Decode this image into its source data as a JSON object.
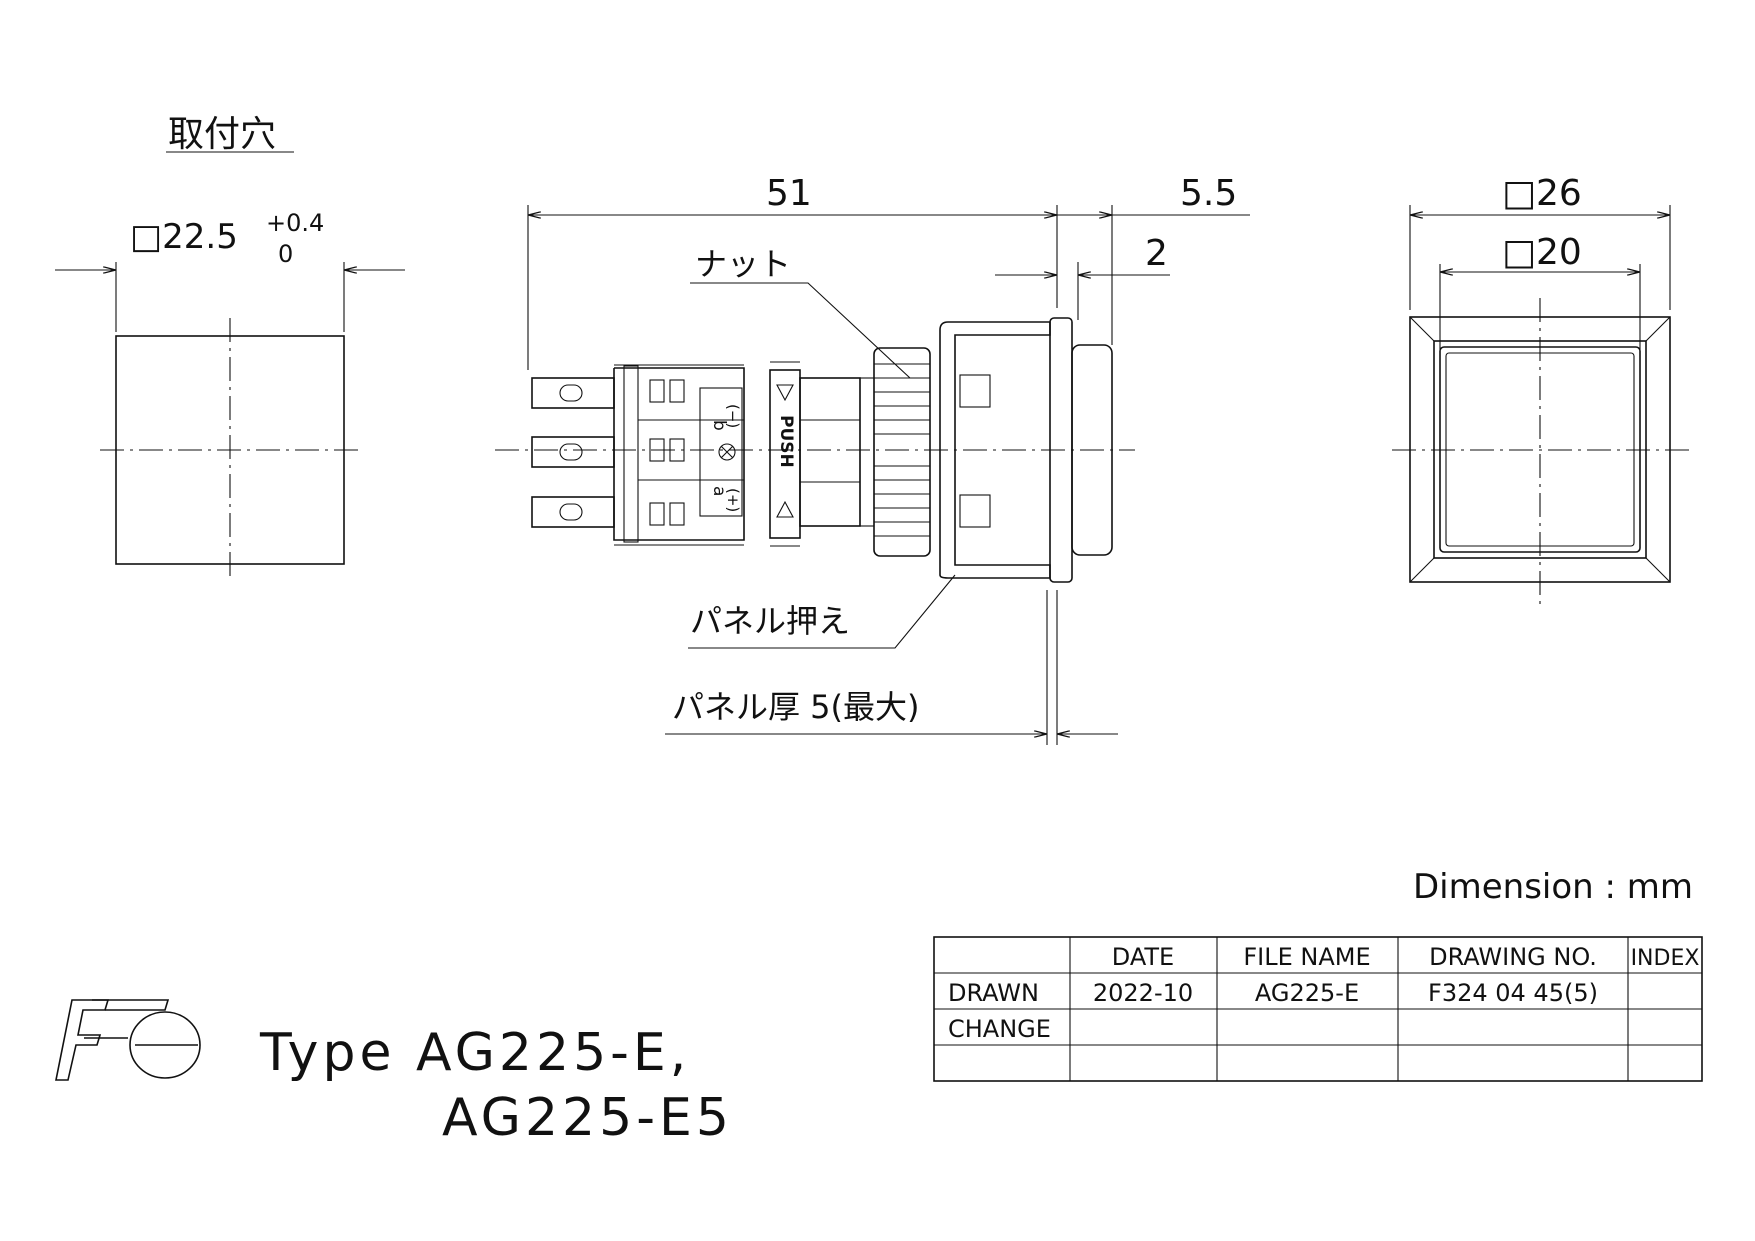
{
  "mounting_hole": {
    "title": "取付穴",
    "size": "□22.5",
    "tol_upper": "+0.4",
    "tol_lower": "0"
  },
  "side_view": {
    "dim_overall": "51",
    "dim_bezel": "5.5",
    "dim_flange": "2",
    "label_nut": "ナット",
    "label_panel_holder": "パネル押え",
    "label_panel_thickness": "パネル厚 5(最大)",
    "body_push": "PUSH",
    "contact_b": "b",
    "contact_a": "a",
    "minus": "(−)",
    "plus": "(+)"
  },
  "front_view": {
    "dim_outer": "□26",
    "dim_inner": "□20"
  },
  "dimension_unit": "Dimension : mm",
  "title_block": {
    "headers": [
      "",
      "DATE",
      "FILE NAME",
      "DRAWING NO.",
      "INDEX"
    ],
    "rows": [
      [
        "DRAWN",
        "2022-10",
        "AG225-E",
        "F324 04 45(5)",
        ""
      ],
      [
        "CHANGE",
        "",
        "",
        "",
        ""
      ],
      [
        "",
        "",
        "",
        "",
        ""
      ]
    ]
  },
  "type_line1": "Type AG225-E,",
  "type_line2": "AG225-E5"
}
